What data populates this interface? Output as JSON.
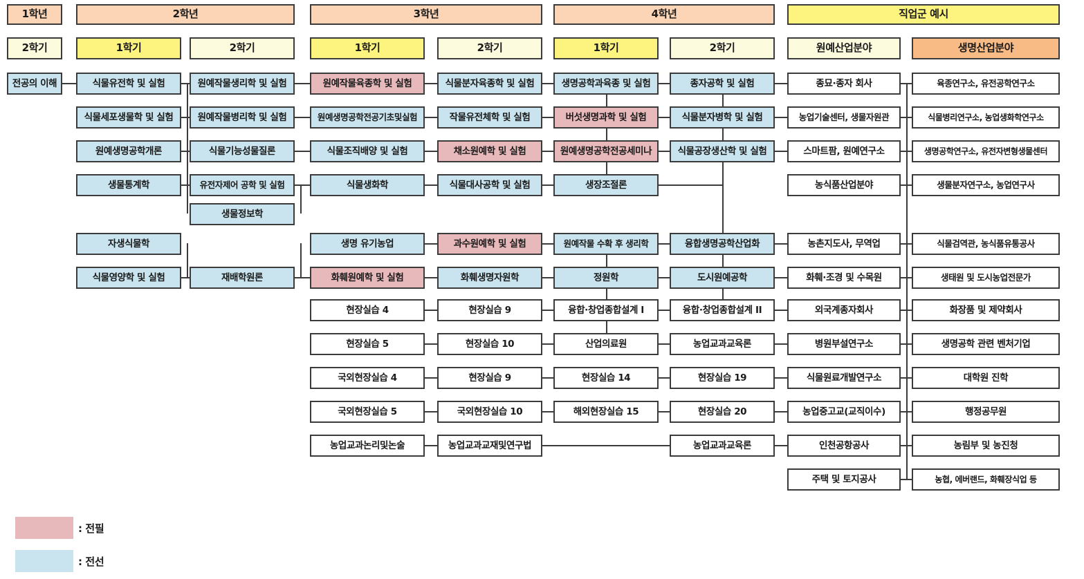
{
  "legend": {
    "required": {
      "label": ": 전필",
      "color": "#e7b9bb"
    },
    "elective": {
      "label": ": 전선",
      "color": "#c9e4ee"
    }
  },
  "year_headers": [
    {
      "label": "1학년",
      "color": "#fbd5b5"
    },
    {
      "label": "2학년",
      "color": "#fbd5b5"
    },
    {
      "label": "3학년",
      "color": "#fbd5b5"
    },
    {
      "label": "4학년",
      "color": "#fbd5b5"
    },
    {
      "label": "직업군 예시",
      "color": "#fcf47f"
    }
  ],
  "semester_headers": [
    {
      "label": "2학기",
      "color": "#fdfbdd"
    },
    {
      "label": "1학기",
      "color": "#fcf47f"
    },
    {
      "label": "2학기",
      "color": "#fdfbdd"
    },
    {
      "label": "1학기",
      "color": "#fcf47f"
    },
    {
      "label": "2학기",
      "color": "#fdfbdd"
    },
    {
      "label": "1학기",
      "color": "#fcf47f"
    },
    {
      "label": "2학기",
      "color": "#fdfbdd"
    },
    {
      "label": "원예산업분야",
      "color": "#fdfbdd"
    },
    {
      "label": "생명산업분야",
      "color": "#f8bb85"
    }
  ],
  "columns": {
    "c1": {
      "header": "2학기",
      "items": [
        {
          "r": 0,
          "label": "전공의 이해",
          "type": "elective"
        }
      ]
    },
    "c2": {
      "header": "1학기",
      "items": [
        {
          "r": 0,
          "label": "식물유전학 및 실험",
          "type": "elective"
        },
        {
          "r": 1,
          "label": "식물세포생물학 및 실험",
          "type": "elective"
        },
        {
          "r": 2,
          "label": "원예생명공학개론",
          "type": "elective"
        },
        {
          "r": 3,
          "label": "생물통계학",
          "type": "elective"
        },
        {
          "r": 5,
          "label": "자생식물학",
          "type": "elective"
        },
        {
          "r": 6,
          "label": "식물영양학 및 실험",
          "type": "elective"
        }
      ]
    },
    "c3": {
      "header": "2학기",
      "items": [
        {
          "r": 0,
          "label": "원예작물생리학 및 실험",
          "type": "elective"
        },
        {
          "r": 1,
          "label": "원예작물병리학 및 실험",
          "type": "elective"
        },
        {
          "r": 2,
          "label": "식물기능성물질론",
          "type": "elective"
        },
        {
          "r": 3,
          "label": "유전자제어 공학 및 실험",
          "type": "elective"
        },
        {
          "r": 4,
          "label": "생물정보학",
          "type": "elective"
        },
        {
          "r": 6,
          "label": "재배학원론",
          "type": "elective"
        }
      ]
    },
    "c4": {
      "header": "1학기",
      "items": [
        {
          "r": 0,
          "label": "원예작물육종학 및 실험",
          "type": "required"
        },
        {
          "r": 1,
          "label": "원예생명공학전공기초및실험",
          "type": "elective"
        },
        {
          "r": 2,
          "label": "식물조직배양 및 실험",
          "type": "elective"
        },
        {
          "r": 3,
          "label": "식물생화학",
          "type": "elective"
        },
        {
          "r": 5,
          "label": "생명 유기농업",
          "type": "elective"
        },
        {
          "r": 6,
          "label": "화훼원예학 및 실험",
          "type": "required"
        },
        {
          "r": 7,
          "label": "현장실습 4",
          "type": "plain"
        },
        {
          "r": 8,
          "label": "현장실습 5",
          "type": "plain"
        },
        {
          "r": 9,
          "label": "국외현장실습 4",
          "type": "plain"
        },
        {
          "r": 10,
          "label": "국외현장실습 5",
          "type": "plain"
        },
        {
          "r": 11,
          "label": "농업교과논리및논술",
          "type": "plain"
        }
      ]
    },
    "c5": {
      "header": "2학기",
      "items": [
        {
          "r": 0,
          "label": "식물분자육종학 및 실험",
          "type": "elective"
        },
        {
          "r": 1,
          "label": "작물유전체학 및 실험",
          "type": "elective"
        },
        {
          "r": 2,
          "label": "채소원예학 및 실험",
          "type": "required"
        },
        {
          "r": 3,
          "label": "식물대사공학 및 실험",
          "type": "elective"
        },
        {
          "r": 5,
          "label": "과수원예학 및 실험",
          "type": "required"
        },
        {
          "r": 6,
          "label": "화훼생명자원학",
          "type": "elective"
        },
        {
          "r": 7,
          "label": "현장실습 9",
          "type": "plain"
        },
        {
          "r": 8,
          "label": "현장실습 10",
          "type": "plain"
        },
        {
          "r": 9,
          "label": "현장실습 9",
          "type": "plain"
        },
        {
          "r": 10,
          "label": "국외현장실습 10",
          "type": "plain"
        },
        {
          "r": 11,
          "label": "농업교과교재및연구법",
          "type": "plain"
        }
      ]
    },
    "c6": {
      "header": "1학기",
      "items": [
        {
          "r": 0,
          "label": "생명공학과육종 및 실험",
          "type": "elective"
        },
        {
          "r": 1,
          "label": "버섯생명과학 및 실험",
          "type": "required"
        },
        {
          "r": 2,
          "label": "원예생명공학전공세미나",
          "type": "required"
        },
        {
          "r": 3,
          "label": "생장조절론",
          "type": "elective"
        },
        {
          "r": 5,
          "label": "원예작물 수확 후 생리학",
          "type": "elective"
        },
        {
          "r": 6,
          "label": "정원학",
          "type": "elective"
        },
        {
          "r": 7,
          "label": "융합·창업종합설계 I",
          "type": "plain"
        },
        {
          "r": 8,
          "label": "산업의료원",
          "type": "plain"
        },
        {
          "r": 9,
          "label": "현장실습 14",
          "type": "plain"
        },
        {
          "r": 10,
          "label": "해외현장실습 15",
          "type": "plain"
        }
      ]
    },
    "c7": {
      "header": "2학기",
      "items": [
        {
          "r": 0,
          "label": "종자공학 및 실험",
          "type": "elective"
        },
        {
          "r": 1,
          "label": "식물분자병학 및 실험",
          "type": "elective"
        },
        {
          "r": 2,
          "label": "식물공장생산학 및 실험",
          "type": "elective"
        },
        {
          "r": 5,
          "label": "융합생명공학산업화",
          "type": "elective"
        },
        {
          "r": 6,
          "label": "도시원예공학",
          "type": "elective"
        },
        {
          "r": 7,
          "label": "융합·창업종합설계 II",
          "type": "plain"
        },
        {
          "r": 8,
          "label": "농업교과교육론",
          "type": "plain"
        },
        {
          "r": 9,
          "label": "현장실습 19",
          "type": "plain"
        },
        {
          "r": 10,
          "label": "현장실습 20",
          "type": "plain"
        },
        {
          "r": 11,
          "label": "농업교과교육론",
          "type": "plain"
        }
      ]
    },
    "c8": {
      "header": "원예산업분야",
      "items": [
        {
          "r": 0,
          "label": "종묘·종자 회사",
          "type": "plain"
        },
        {
          "r": 1,
          "label": "농업기술센터, 생물자원관",
          "type": "plain"
        },
        {
          "r": 2,
          "label": "스마트팜, 원예연구소",
          "type": "plain"
        },
        {
          "r": 3,
          "label": "농식품산업분야",
          "type": "plain"
        },
        {
          "r": 5,
          "label": "농촌지도사, 무역업",
          "type": "plain"
        },
        {
          "r": 6,
          "label": "화훼·조경 및 수목원",
          "type": "plain"
        },
        {
          "r": 7,
          "label": "외국계종자회사",
          "type": "plain"
        },
        {
          "r": 8,
          "label": "병원부설연구소",
          "type": "plain"
        },
        {
          "r": 9,
          "label": "식물원료개발연구소",
          "type": "plain"
        },
        {
          "r": 10,
          "label": "농업중고교(교직이수)",
          "type": "plain"
        },
        {
          "r": 11,
          "label": "인천공항공사",
          "type": "plain"
        },
        {
          "r": 12,
          "label": "주택 및 토지공사",
          "type": "plain"
        }
      ]
    },
    "c9": {
      "header": "생명산업분야",
      "items": [
        {
          "r": 0,
          "label": "육종연구소, 유전공학연구소",
          "type": "plain"
        },
        {
          "r": 1,
          "label": "식물병리연구소, 농업생화학연구소",
          "type": "plain"
        },
        {
          "r": 2,
          "label": "생명공학연구소, 유전자변형생물센터",
          "type": "plain"
        },
        {
          "r": 3,
          "label": "생물분자연구소, 농업연구사",
          "type": "plain"
        },
        {
          "r": 5,
          "label": "식물검역관, 농식품유통공사",
          "type": "plain"
        },
        {
          "r": 6,
          "label": "생태원 및 도시농업전문가",
          "type": "plain"
        },
        {
          "r": 7,
          "label": "화장품 및 제약회사",
          "type": "plain"
        },
        {
          "r": 8,
          "label": "생명공학 관련 벤처기업",
          "type": "plain"
        },
        {
          "r": 9,
          "label": "대학원 진학",
          "type": "plain"
        },
        {
          "r": 10,
          "label": "행정공무원",
          "type": "plain"
        },
        {
          "r": 11,
          "label": "농림부 및 농진청",
          "type": "plain"
        },
        {
          "r": 12,
          "label": "농협, 에버랜드, 화훼장식업 등",
          "type": "plain"
        }
      ]
    }
  }
}
